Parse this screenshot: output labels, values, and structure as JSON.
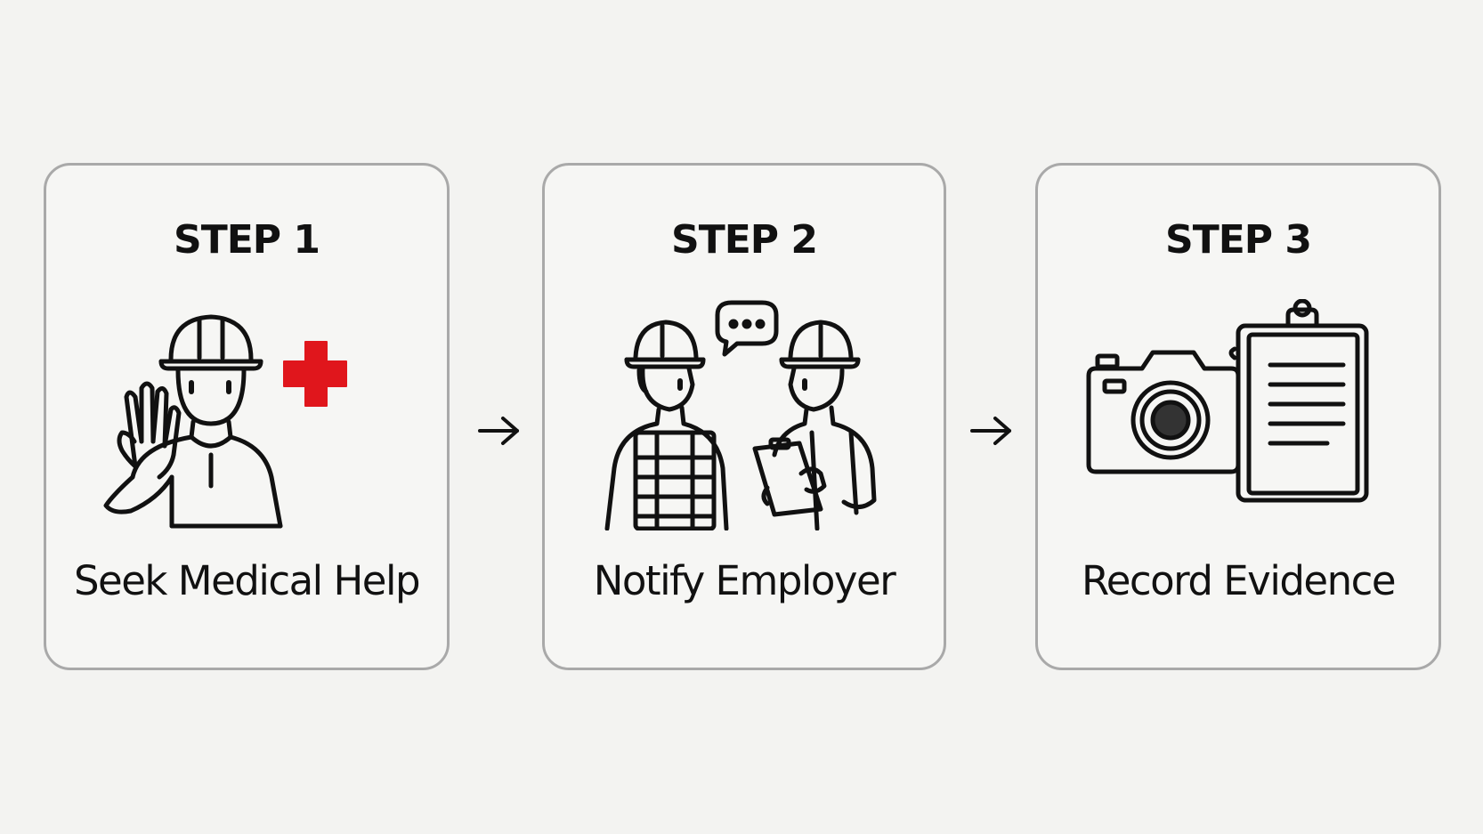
{
  "steps": [
    {
      "label": "STEP 1",
      "caption": "Seek Medical Help",
      "icon": "worker-medical-cross-icon"
    },
    {
      "label": "STEP 2",
      "caption": "Notify Employer",
      "icon": "workers-conversation-icon"
    },
    {
      "label": "STEP 3",
      "caption": "Record Evidence",
      "icon": "camera-clipboard-icon"
    }
  ],
  "connectors": [
    "arrow-right-icon",
    "arrow-right-icon"
  ],
  "colors": {
    "background": "#f3f3f1",
    "card_border": "#a9a9a9",
    "ink": "#111111",
    "medical_cross": "#e0161c"
  }
}
